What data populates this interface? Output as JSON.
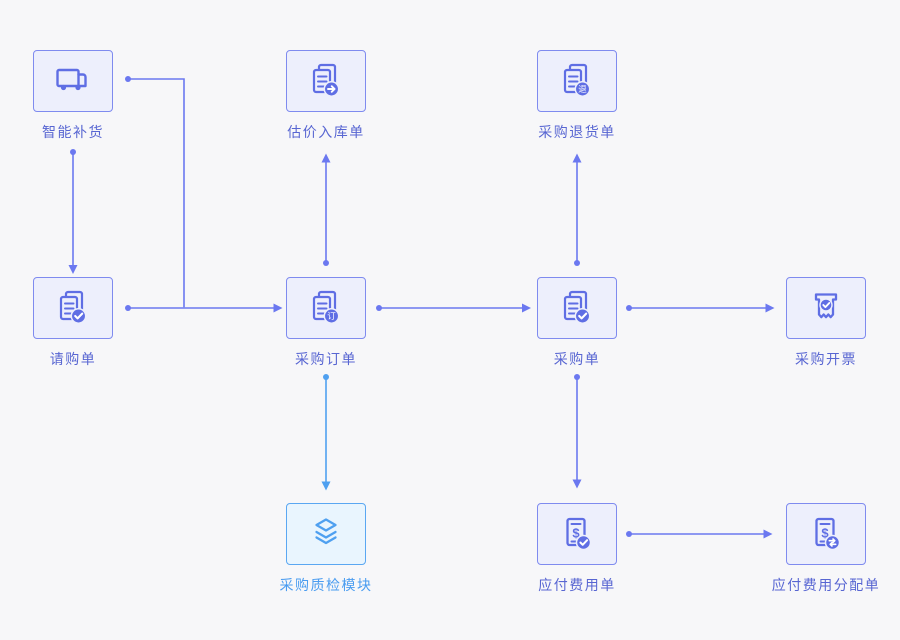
{
  "diagram": {
    "background": "#f7f7f9",
    "kind": "procurement-module-flow"
  },
  "theme": {
    "purple": {
      "line": "#6b78f0",
      "box_border": "#7f8bef",
      "box_fill": "#edeffc",
      "icon": "#5f6ee4",
      "label": "#5866d2"
    },
    "blue": {
      "line": "#4fa0f0",
      "box_border": "#5aa7f2",
      "box_fill": "#e9f5fe",
      "icon": "#4fa0f0",
      "label": "#4a9cf0"
    }
  },
  "glyphs": {
    "dollar": "$"
  },
  "nodes": [
    {
      "id": "smart-replenishment",
      "label": "智能补货",
      "icon": "truck-icon",
      "theme": "purple"
    },
    {
      "id": "valuation-inbound-order",
      "label": "估价入库单",
      "icon": "document-arrow-icon",
      "theme": "purple"
    },
    {
      "id": "purchase-return-order",
      "label": "采购退货单",
      "icon": "document-badge-icon",
      "badge_text": "退",
      "theme": "purple"
    },
    {
      "id": "purchase-requisition",
      "label": "请购单",
      "icon": "document-check-icon",
      "theme": "purple"
    },
    {
      "id": "purchase-order",
      "label": "采购订单",
      "icon": "document-badge-icon",
      "badge_text": "订",
      "theme": "purple"
    },
    {
      "id": "purchase-bill",
      "label": "采购单",
      "icon": "document-check-icon",
      "theme": "purple"
    },
    {
      "id": "purchase-invoicing",
      "label": "采购开票",
      "icon": "ticket-check-icon",
      "theme": "purple"
    },
    {
      "id": "purchase-quality-inspection",
      "label": "采购质检模块",
      "icon": "layers-icon",
      "theme": "blue"
    },
    {
      "id": "payable-expense-bill",
      "label": "应付费用单",
      "icon": "receipt-dollar-check-icon",
      "theme": "purple"
    },
    {
      "id": "payable-expense-allocation-bill",
      "label": "应付费用分配单",
      "icon": "receipt-dollar-transfer-icon",
      "theme": "purple"
    }
  ],
  "edges": [
    {
      "from": "smart-replenishment",
      "to": "purchase-requisition",
      "color": "purple"
    },
    {
      "from": "smart-replenishment",
      "to": "purchase-order",
      "color": "purple"
    },
    {
      "from": "purchase-requisition",
      "to": "purchase-order",
      "color": "purple"
    },
    {
      "from": "purchase-order",
      "to": "valuation-inbound-order",
      "color": "purple"
    },
    {
      "from": "purchase-order",
      "to": "purchase-bill",
      "color": "purple"
    },
    {
      "from": "purchase-order",
      "to": "purchase-quality-inspection",
      "color": "blue"
    },
    {
      "from": "purchase-bill",
      "to": "purchase-return-order",
      "color": "purple"
    },
    {
      "from": "purchase-bill",
      "to": "purchase-invoicing",
      "color": "purple"
    },
    {
      "from": "purchase-bill",
      "to": "payable-expense-bill",
      "color": "purple"
    },
    {
      "from": "payable-expense-bill",
      "to": "payable-expense-allocation-bill",
      "color": "purple"
    }
  ]
}
